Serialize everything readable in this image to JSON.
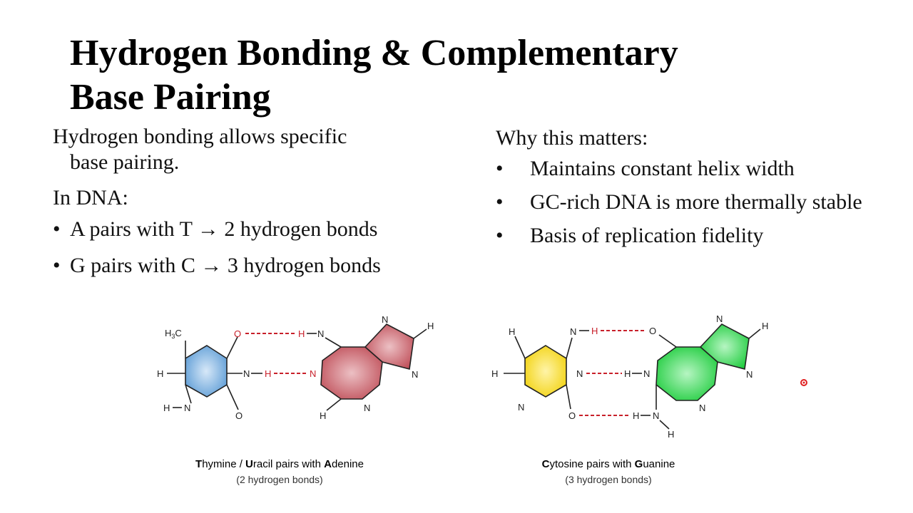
{
  "title": {
    "line1": "Hydrogen Bonding & Complementary",
    "line2": "Base Pairing"
  },
  "left": {
    "intro_line1": "Hydrogen bonding allows specific",
    "intro_line2": "base pairing.",
    "in_dna": "In DNA:",
    "bullets": [
      "A pairs with T → 2 hydrogen bonds",
      "G pairs with C → 3 hydrogen bonds"
    ]
  },
  "right": {
    "heading": "Why this matters:",
    "bullets": [
      "Maintains constant helix width",
      "GC-rich DNA is more thermally stable",
      "Basis of replication fidelity"
    ]
  },
  "figure": {
    "at_pair": {
      "caption_bold_T": "T",
      "caption_rest1": "hymine / ",
      "caption_bold_U": "U",
      "caption_rest2": "racil pairs with ",
      "caption_bold_A": "A",
      "caption_rest3": "denine",
      "subcaption": "(2 hydrogen bonds)"
    },
    "gc_pair": {
      "caption_bold_C": "C",
      "caption_rest1": "ytosine pairs with ",
      "caption_bold_G": "G",
      "caption_rest2": "uanine",
      "subcaption": "(3 hydrogen bonds)"
    },
    "atoms": {
      "H": "H",
      "N": "N",
      "O": "O",
      "methyl_H": "H",
      "methyl_sub": "3",
      "methyl_C": "C"
    }
  },
  "colors": {
    "thymine": "#5b9bd5",
    "adenine": "#c0505a",
    "cytosine": "#f5dc1e",
    "guanine": "#2cd14c",
    "hbond": "#c8202a",
    "laser_dot": "#e02020"
  }
}
